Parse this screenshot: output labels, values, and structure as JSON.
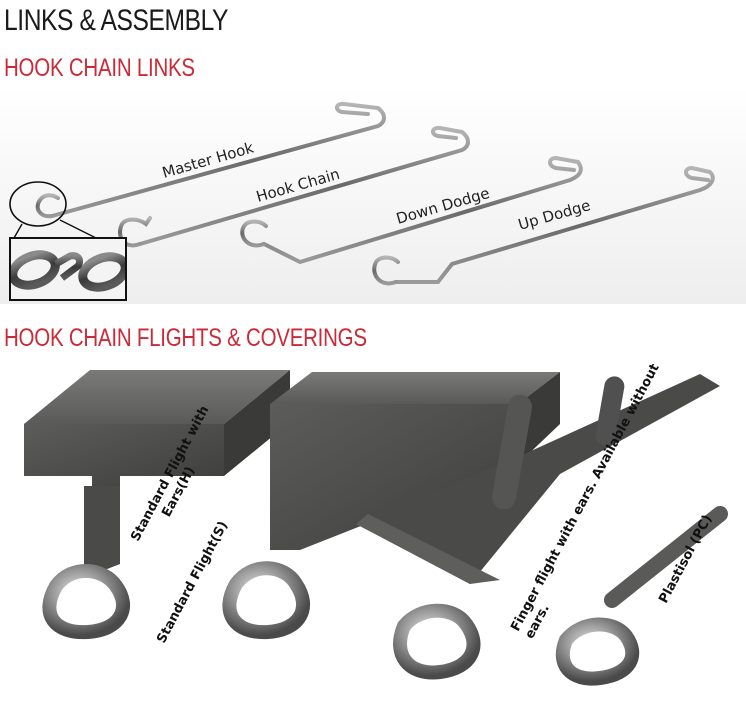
{
  "page": {
    "title": "LINKS & ASSEMBLY"
  },
  "hook_chain_links": {
    "heading": "HOOK CHAIN LINKS",
    "items": [
      {
        "label": "Master Hook"
      },
      {
        "label": "Hook Chain"
      },
      {
        "label": "Down Dodge"
      },
      {
        "label": "Up Dodge"
      }
    ]
  },
  "flights_coverings": {
    "heading": "HOOK CHAIN FLIGHTS & COVERINGS",
    "items": [
      {
        "label_line1": "Standard Flight with",
        "label_line2": "Ears(H)"
      },
      {
        "label_line1": "Standard Flight(S)"
      },
      {
        "label_line1": "Finger flight with ears. Available without",
        "label_line2": "ears."
      },
      {
        "label_line1": "Plastisol (PC)"
      }
    ]
  },
  "colors": {
    "heading_red": "#cc2a36",
    "title_dark": "#1a1a1a",
    "wire_grey": "#7a7a7a",
    "flight_grey": "#4e4e4c"
  }
}
